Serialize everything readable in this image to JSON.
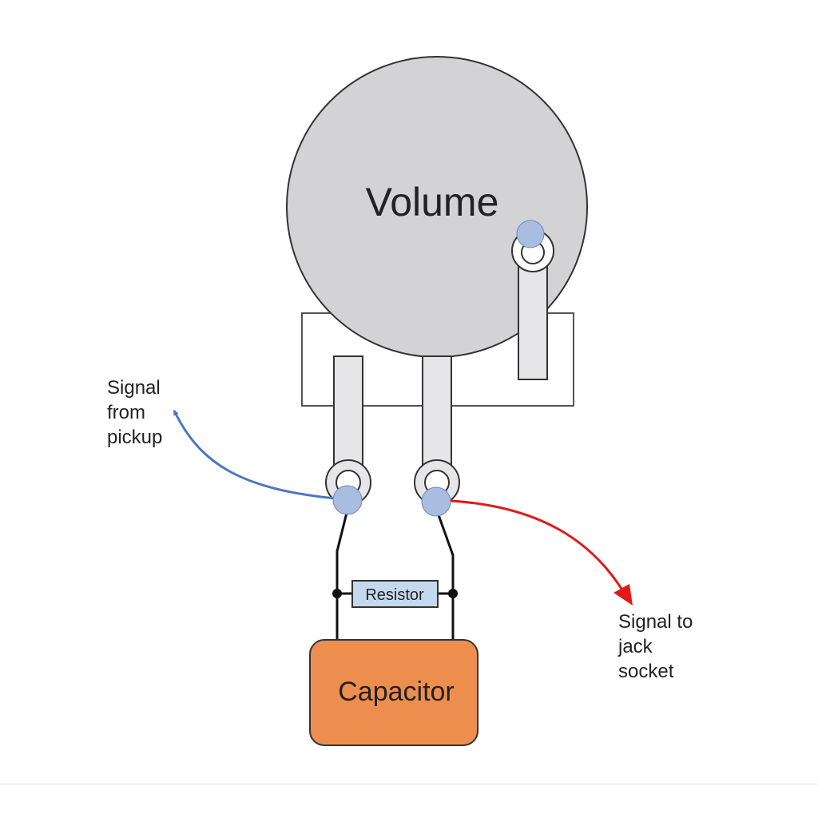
{
  "labels": {
    "volume": "Volume",
    "resistor": "Resistor",
    "capacitor": "Capacitor",
    "signal_in": [
      "Signal",
      "from",
      "pickup"
    ],
    "signal_out": [
      "Signal to",
      "jack",
      "socket"
    ]
  },
  "colors": {
    "pot_body": "#d3d3d5",
    "lug_fill": "#e6e6e8",
    "solder_point": "#a9bde0",
    "resistor_fill": "#c5d9ee",
    "capacitor_fill": "#ee8e4e",
    "signal_in_wire": "#4a77c4",
    "signal_out_wire": "#e01a1a",
    "wire": "#111111"
  },
  "icons": {
    "signal_in_arrow": "arrow-up-left",
    "signal_out_arrow": "arrow-down-right"
  }
}
